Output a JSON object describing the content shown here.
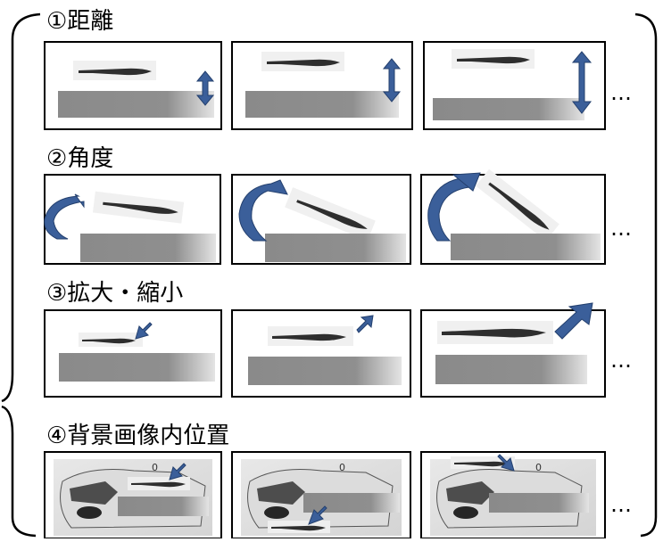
{
  "sections": [
    {
      "label": "①距離"
    },
    {
      "label": "②角度"
    },
    {
      "label": "③拡大・縮小"
    },
    {
      "label": "④背景画像内位置"
    }
  ],
  "ellipsis": "…",
  "colors": {
    "arrow": "#3b5f9a",
    "arrow_edge": "#24406e",
    "block": "#8c8c8c",
    "frame": "#000000",
    "bracket": "#000000"
  }
}
